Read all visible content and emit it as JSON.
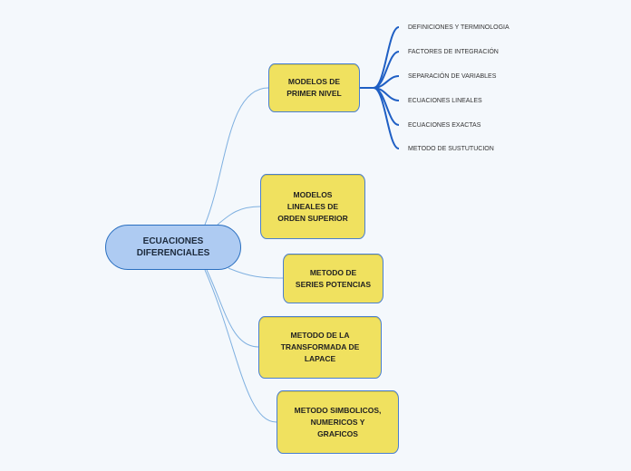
{
  "root": {
    "label": "ECUACIONES\nDIFERENCIALES"
  },
  "topics": [
    {
      "label": "MODELOS DE\nPRIMER NIVEL"
    },
    {
      "label": "MODELOS\nLINEALES DE\nORDEN SUPERIOR"
    },
    {
      "label": "METODO DE\nSERIES POTENCIAS"
    },
    {
      "label": "METODO DE LA\nTRANSFORMADA DE\nLAPACE"
    },
    {
      "label": "METODO SIMBOLICOS,\nNUMERICOS Y\nGRAFICOS"
    }
  ],
  "subtopics": [
    {
      "label": "DEFINICIONES Y TERMINOLOGIA"
    },
    {
      "label": "FACTORES DE INTEGRACIÓN"
    },
    {
      "label": "SEPARACIÓN DE VARIABLES"
    },
    {
      "label": "ECUACIONES LINEALES"
    },
    {
      "label": "ECUACIONES EXACTAS"
    },
    {
      "label": "METODO DE SUSTUTUCION"
    }
  ],
  "colors": {
    "root_fill": "#aecbf2",
    "topic_fill": "#f0e15f",
    "border": "#2a6fc0",
    "connector": "#7fb0e0",
    "sub_connector": "#1f5fc4"
  }
}
